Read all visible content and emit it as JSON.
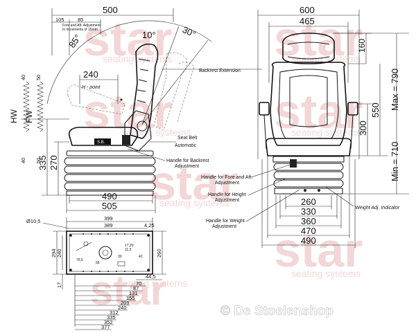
{
  "watermark": {
    "brand": "star",
    "tagline": "seating systems"
  },
  "side_view": {
    "dim_width_top": "500",
    "dim_105": "105",
    "dim_85": "85",
    "fore_aft_note_1": "Fore and Aft. Adjustment",
    "fore_aft_note_2": "In increments of 15mm",
    "angle_10": "10°",
    "angle_30": "30°",
    "angle_85": "85°",
    "dim_240": "240",
    "h_point": "H - point",
    "label_hw": "HW",
    "label_fw": "FW",
    "dim_40_top": "40",
    "dim_50_top": "50",
    "dim_40_bottom": "40",
    "dim_50_bottom": "50",
    "dim_335": "335",
    "dim_270": "270",
    "dim_490": "490",
    "dim_505": "505",
    "sticker_text": "S.B."
  },
  "callouts": {
    "backrest_extension": "Backrest Extension",
    "seat_belt_1": "Seat Belt",
    "seat_belt_2": "Automatic",
    "handle_backrest_1": "Handle for Backrest",
    "handle_backrest_2": "Adjustment",
    "handle_fore_aft_1": "Handle for Fore and Aft.",
    "handle_fore_aft_2": "Adjustment",
    "handle_height_1": "Handle for Height",
    "handle_height_2": "Adjustment",
    "handle_weight_1": "Handle for Weight",
    "handle_weight_2": "Adjustment",
    "weight_indicator": "Weight Adj. Indicator"
  },
  "front_view": {
    "dim_600": "600",
    "dim_465": "465",
    "dim_160": "160",
    "dim_550": "550",
    "dim_300": "300",
    "dim_max": "Max = 790",
    "dim_min": "Min = 710",
    "dim_260": "260",
    "dim_330": "330",
    "dim_360": "360",
    "dim_470": "470",
    "dim_490": "490"
  },
  "base_plan": {
    "dim_10_5": "Ø10,5",
    "dim_399": "399",
    "dim_389": "389",
    "dim_4_25": "4,25",
    "dim_294": "294",
    "dim_240": "240",
    "dim_260": "260",
    "dim_17": "17",
    "dim_44_5": "44,5",
    "inner_17_20": "17,20",
    "inner_11_5": "11,5",
    "inner_76_5": "76,5",
    "inner_68": "68",
    "inner_30": "30",
    "inner_42": "42",
    "stack": [
      "70",
      "87",
      "131",
      "155",
      "209",
      "240",
      "312",
      "335",
      "352",
      "377"
    ]
  },
  "footer_logo": "© De Stoelenshop"
}
